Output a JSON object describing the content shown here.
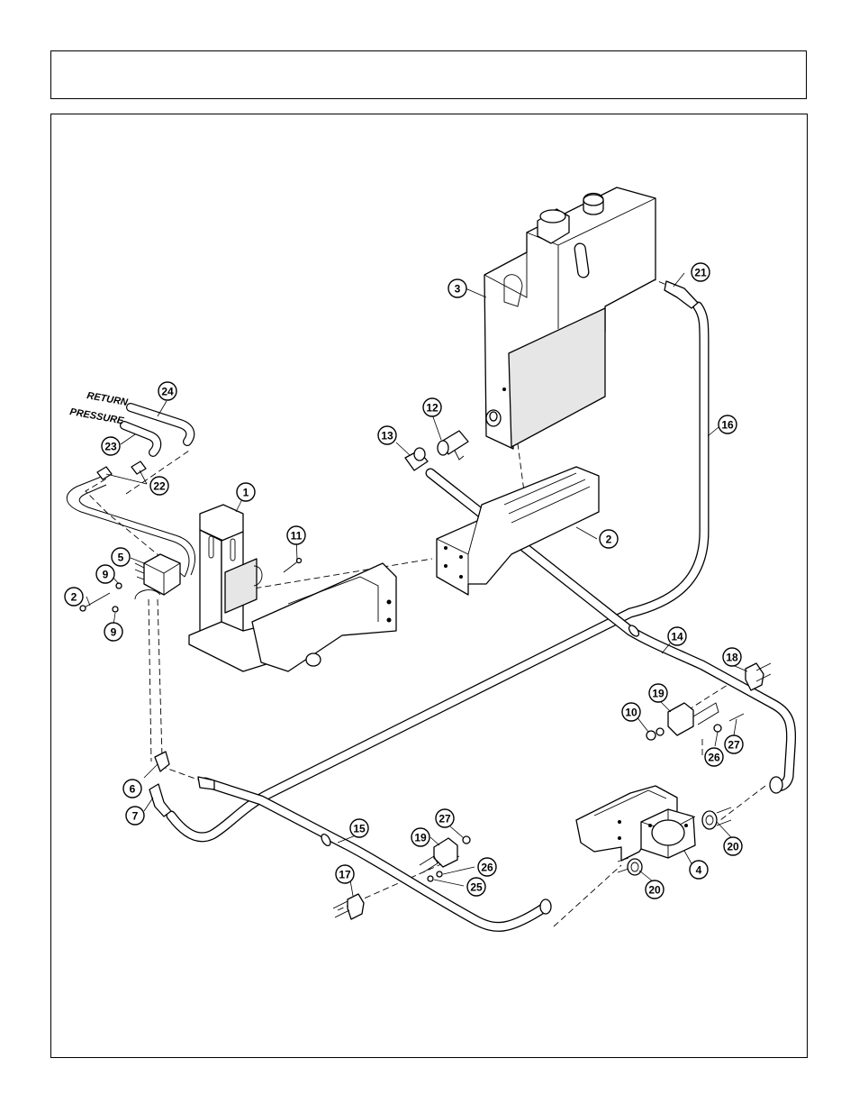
{
  "header": {
    "title": ""
  },
  "diagram": {
    "hose_labels": {
      "return": "RETURN",
      "pressure": "PRESSURE"
    },
    "callouts": [
      {
        "id": "c1",
        "num": "1"
      },
      {
        "id": "c2a",
        "num": "2"
      },
      {
        "id": "c2b",
        "num": "2"
      },
      {
        "id": "c3",
        "num": "3"
      },
      {
        "id": "c4",
        "num": "4"
      },
      {
        "id": "c5",
        "num": "5"
      },
      {
        "id": "c6",
        "num": "6"
      },
      {
        "id": "c7",
        "num": "7"
      },
      {
        "id": "c9a",
        "num": "9"
      },
      {
        "id": "c9b",
        "num": "9"
      },
      {
        "id": "c10",
        "num": "10"
      },
      {
        "id": "c11",
        "num": "11"
      },
      {
        "id": "c12",
        "num": "12"
      },
      {
        "id": "c13",
        "num": "13"
      },
      {
        "id": "c14",
        "num": "14"
      },
      {
        "id": "c15",
        "num": "15"
      },
      {
        "id": "c16",
        "num": "16"
      },
      {
        "id": "c17",
        "num": "17"
      },
      {
        "id": "c18",
        "num": "18"
      },
      {
        "id": "c19a",
        "num": "19"
      },
      {
        "id": "c19b",
        "num": "19"
      },
      {
        "id": "c20a",
        "num": "20"
      },
      {
        "id": "c20b",
        "num": "20"
      },
      {
        "id": "c21",
        "num": "21"
      },
      {
        "id": "c22",
        "num": "22"
      },
      {
        "id": "c23",
        "num": "23"
      },
      {
        "id": "c24",
        "num": "24"
      },
      {
        "id": "c25",
        "num": "25"
      },
      {
        "id": "c26a",
        "num": "26"
      },
      {
        "id": "c26b",
        "num": "26"
      },
      {
        "id": "c27a",
        "num": "27"
      },
      {
        "id": "c27b",
        "num": "27"
      }
    ]
  }
}
